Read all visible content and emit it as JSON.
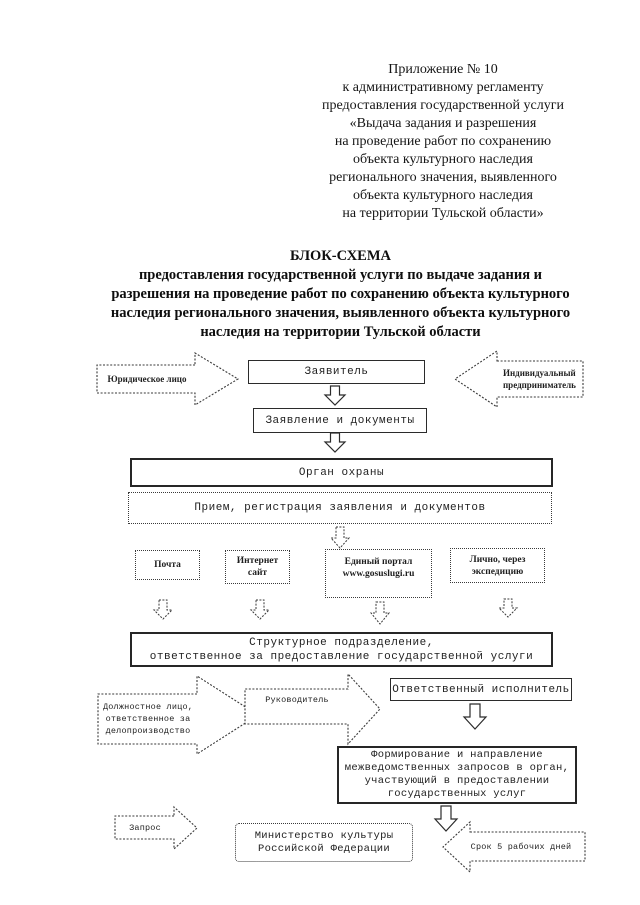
{
  "document": {
    "annex_header": [
      "Приложение № 10",
      "к административному регламенту",
      "предоставления государственной услуги",
      "«Выдача задания и разрешения",
      "на проведение работ по сохранению",
      "объекта культурного наследия",
      "регионального значения, выявленного",
      "объекта культурного наследия",
      "на территории Тульской области»"
    ],
    "title": [
      "БЛОК-СХЕМА",
      "предоставления государственной услуги по выдаче задания и",
      "разрешения на проведение работ по сохранению объекта культурного",
      "наследия регионального значения, выявленного объекта культурного",
      "наследия на территории Тульской области"
    ]
  },
  "flowchart": {
    "legal_entity_arrow": "Юридическое лицо",
    "individual_entrepreneur_arrow": [
      "Индивидуальный",
      "предприниматель"
    ],
    "applicant_box": "Заявитель",
    "application_documents_box": "Заявление и документы",
    "protection_authority_box": "Орган охраны",
    "reception_box": "Прием, регистрация заявления и документов",
    "channels": [
      {
        "label": "Почта"
      },
      {
        "label": [
          "Интернет",
          "сайт"
        ]
      },
      {
        "label": [
          "Единый портал",
          "www.gosuslugi.ru"
        ]
      },
      {
        "label": [
          "Лично, через",
          "экспедицию"
        ]
      }
    ],
    "structural_unit_box": [
      "Структурное подразделение,",
      "ответственное за предоставление государственной услуги"
    ],
    "clerk_arrow": [
      "Должностное лицо,",
      "ответственное за",
      "делопроизводство"
    ],
    "head_arrow": "Руководитель",
    "executor_box": "Ответственный исполнитель",
    "interagency_box": [
      "Формирование и направление",
      "межведомственных запросов в орган,",
      "участвующий в предоставлении",
      "государственных услуг"
    ],
    "request_arrow": "Запрос",
    "ministry_box": [
      "Министерство культуры",
      "Российской Федерации"
    ],
    "term_arrow": "Срок 5 рабочих дней"
  },
  "colors": {
    "ink": "#1f1f1f",
    "paper": "#ffffff"
  }
}
